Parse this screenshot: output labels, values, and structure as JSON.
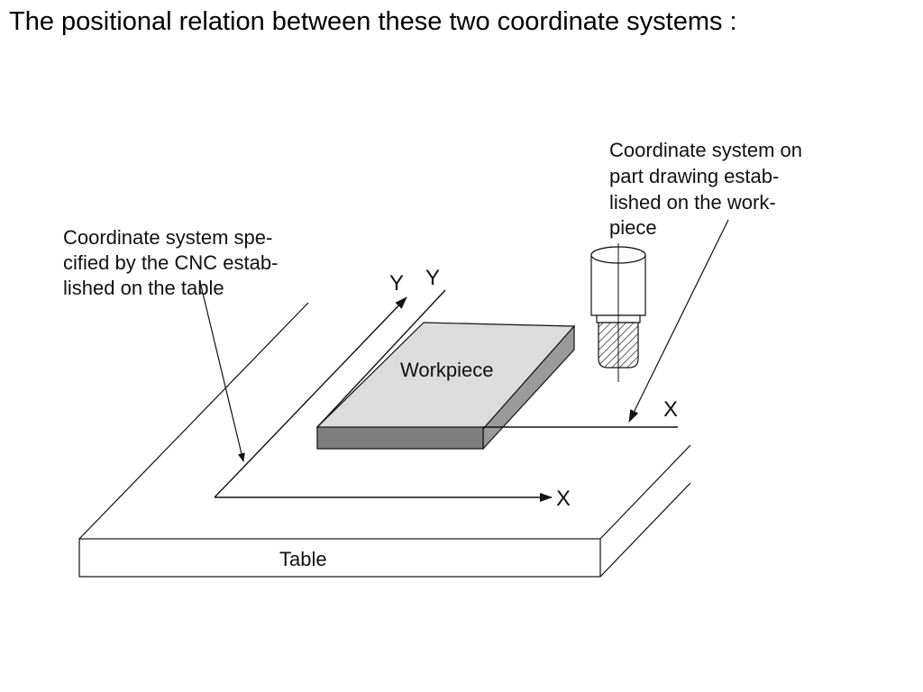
{
  "title": "The positional relation between these two coordinate systems :",
  "diagram": {
    "callout_table": [
      "Coordinate system spe-",
      "cified by the CNC estab-",
      "lished on the table"
    ],
    "callout_part": [
      "Coordinate system on",
      "part drawing estab-",
      "lished on the work-",
      "piece"
    ],
    "workpiece_label": "Workpiece",
    "table_label": "Table",
    "table_axes": {
      "x": "X",
      "y": "Y"
    },
    "work_axes": {
      "x": "X",
      "y": "Y"
    }
  },
  "colors": {
    "workpiece_top": "#dcdcdc",
    "workpiece_front": "#7f7f7f",
    "workpiece_side": "#9a9a9a",
    "line": "#111111"
  }
}
